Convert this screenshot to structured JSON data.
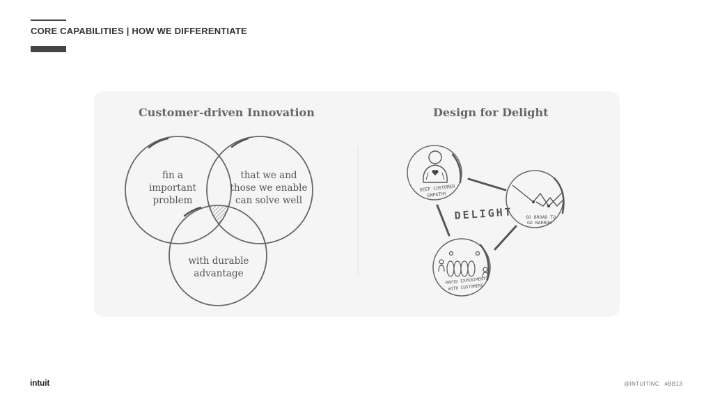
{
  "header": {
    "title": "CORE CAPABILITIES | HOW WE DIFFERENTIATE"
  },
  "panel": {
    "left_title": "Customer-driven Innovation",
    "right_title": "Design for Delight"
  },
  "venn": {
    "circle_a": [
      "fin  a",
      "important",
      "problem"
    ],
    "circle_b": [
      "that we and",
      "those we enable",
      "can solve well"
    ],
    "circle_c": [
      "with durable",
      "advantage"
    ]
  },
  "delight": {
    "center_word": "DELIGHT",
    "node_empathy": [
      "DEEP CUSTOMER",
      "EMPATHY"
    ],
    "node_broad": [
      "GO BROAD TO",
      "GO NARROW"
    ],
    "node_experiments": [
      "RAPID EXPERIMENTS",
      "WITH CUSTOMERS"
    ]
  },
  "footer": {
    "logo": "intuit",
    "handle": "@INTUITINC",
    "hashtag": "#BB13"
  },
  "colors": {
    "panel": "#f5f5f5",
    "ink": "#555555",
    "header_bar": "#444444"
  }
}
